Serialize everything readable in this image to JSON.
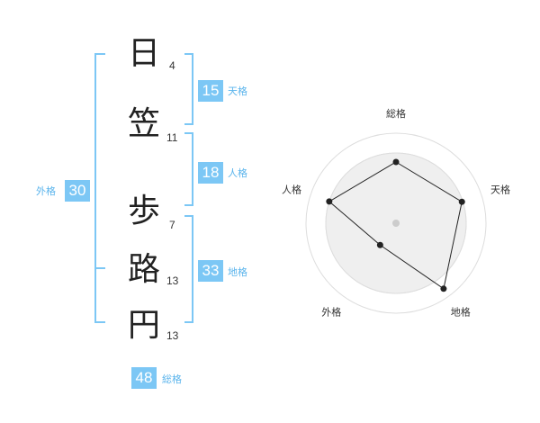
{
  "name_chars": [
    {
      "char": "日",
      "strokes": "4"
    },
    {
      "char": "笠",
      "strokes": "11"
    },
    {
      "char": "歩",
      "strokes": "7"
    },
    {
      "char": "路",
      "strokes": "13"
    },
    {
      "char": "円",
      "strokes": "13"
    }
  ],
  "fortunes": {
    "tenkaku": {
      "value": "15",
      "label": "天格"
    },
    "jinkaku": {
      "value": "18",
      "label": "人格"
    },
    "chikaku": {
      "value": "33",
      "label": "地格"
    },
    "gaikaku": {
      "value": "30",
      "label": "外格"
    },
    "soukaku": {
      "value": "48",
      "label": "総格"
    }
  },
  "chart_data": {
    "type": "radar",
    "axes": [
      "総格",
      "天格",
      "地格",
      "外格",
      "人格"
    ],
    "values": [
      0.68,
      0.77,
      0.9,
      0.3,
      0.78
    ],
    "max": 1,
    "rings": 4,
    "grid": true
  },
  "colors": {
    "accent": "#7cc7f5",
    "accent_text": "#5ab4ec",
    "bracket": "#7cc7f5",
    "radar_fill": "#efefef",
    "radar_stroke": "#222222",
    "ring": "#dddddd"
  }
}
